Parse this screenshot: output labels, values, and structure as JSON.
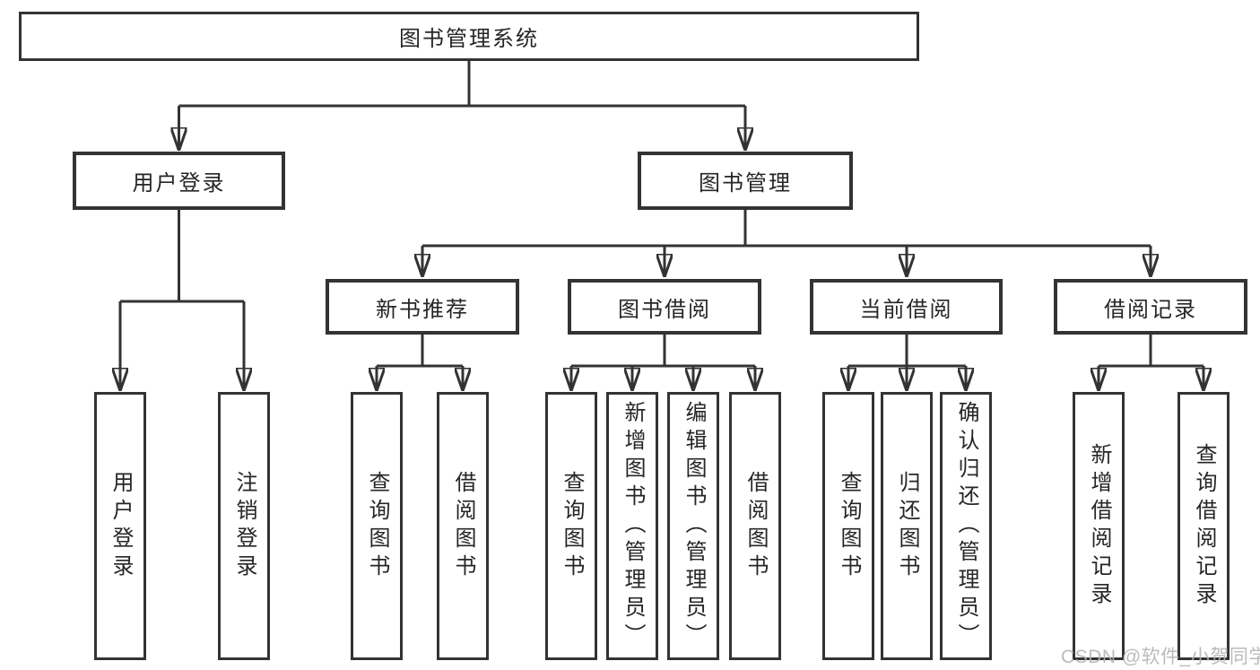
{
  "tree": {
    "root_label": "图书管理系统",
    "user_branch": {
      "label": "用户登录",
      "children": [
        "用户登录",
        "注销登录"
      ]
    },
    "book_branch": {
      "label": "图书管理",
      "groups": [
        {
          "label": "新书推荐",
          "children": [
            "查询图书",
            "借阅图书"
          ]
        },
        {
          "label": "图书借阅",
          "children": [
            "查询图书",
            "新增图书（管理员）",
            "编辑图书（管理员）",
            "借阅图书"
          ]
        },
        {
          "label": "当前借阅",
          "children": [
            "查询图书",
            "归还图书",
            "确认归还（管理员）"
          ]
        },
        {
          "label": "借阅记录",
          "children": [
            "新增借阅记录",
            "查询借阅记录"
          ]
        }
      ]
    }
  },
  "watermark": {
    "text": "CSDN @软件_小贺同学"
  },
  "colors": {
    "line": "#333333",
    "text": "#262626",
    "background": "#ffffff",
    "watermark": "#b4b4b4"
  }
}
